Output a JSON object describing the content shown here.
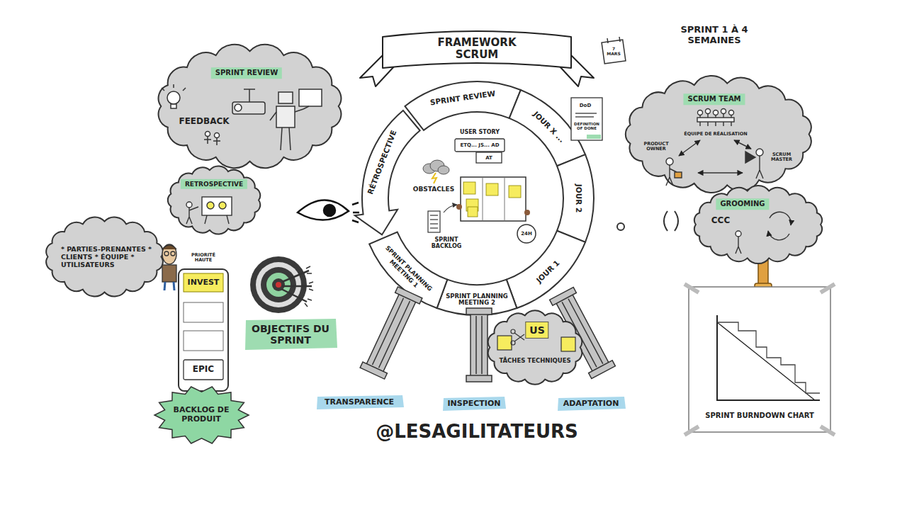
{
  "diagram": {
    "title": "FRAMEWORK SCRUM",
    "nodes": [
      {
        "text": [
          "SPRINT REVIEW",
          "FEEDBACK"
        ]
      },
      {
        "text": [
          "RETROSPECTIVE"
        ]
      },
      {
        "text": [
          "* PARTIES-PRENANTES * CLIENTS * ÉQUIPE * UTILISATEURS"
        ]
      },
      {
        "text": [
          "PRIORITÉ HAUTE"
        ]
      },
      {
        "text": [
          "INVEST"
        ],
        "in": 3
      },
      {
        "text": [
          "EPIC"
        ],
        "in": 3
      },
      {
        "text": [
          "BACKLOG DE PRODUIT"
        ]
      },
      {
        "text": [
          "OBJECTIFS DU SPRINT"
        ]
      },
      {
        "text": [
          "SPRINT REVIEW"
        ]
      },
      {
        "text": [
          "JOUR X ..."
        ]
      },
      {
        "text": [
          "JOUR 2"
        ]
      },
      {
        "text": [
          "JOUR 1"
        ]
      },
      {
        "text": [
          "SPRINT PLANNING MEETING 2"
        ]
      },
      {
        "text": [
          "SPRINT PLANNING MEETING 1"
        ]
      },
      {
        "text": [
          "RÉTROSPECTIVE"
        ]
      },
      {
        "text": [
          "USER STORY",
          "ETQ... JS... AD"
        ]
      },
      {
        "text": [
          "SCRUM TEAM"
        ]
      },
      {
        "text": [
          "GROOMING",
          "CCC"
        ]
      },
      {
        "text": [
          "US",
          "TÂCHES TECHNIQUES"
        ]
      },
      {
        "text": [
          "TRANSPARENCE"
        ]
      },
      {
        "text": [
          "INSPECTION"
        ]
      },
      {
        "text": [
          "ADAPTATION"
        ]
      },
      {
        "text": [
          "SPRINT BURNDOWN CHART"
        ]
      }
    ],
    "labels": [
      "SPRINT 1 À 4 SEMAINES",
      "7 MARS",
      "DoD",
      "DEFINITION OF DONE",
      "AT",
      "OBSTACLES",
      "SPRINT BACKLOG",
      "24H",
      "PRODUCT OWNER",
      "ÉQUIPE DE RÉALISATION",
      "SCRUM MASTER",
      "@LESAGILITATEURS"
    ]
  }
}
